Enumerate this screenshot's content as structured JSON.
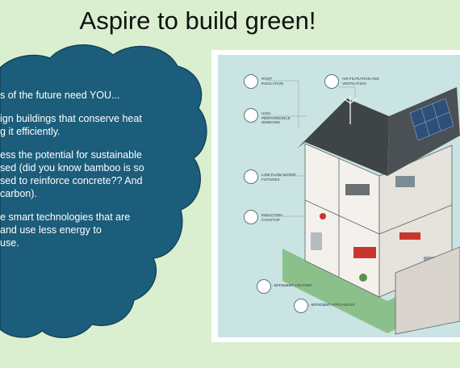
{
  "slide": {
    "title": "Aspire to build green!",
    "bullets": [
      [
        "s of the future need YOU..."
      ],
      [
        "ign buildings that conserve heat",
        "g it efficiently."
      ],
      [
        "ess the potential for sustainable",
        "sed (did you know bamboo is so",
        "sed to reinforce concrete??  And",
        "carbon)."
      ],
      [
        "e smart technologies that are",
        "and use less energy to",
        "use."
      ]
    ]
  },
  "illustration": {
    "features": [
      {
        "label": "ROOF INSULATION",
        "icon": "house-icon"
      },
      {
        "label": "AIR FILTRATION AND VENTILATION",
        "icon": "vent-icon"
      },
      {
        "label": "HIGH PERFORMANCE WINDOWS",
        "icon": "window-icon"
      },
      {
        "label": "LOW FLOW WATER FIXTURES",
        "icon": "faucet-icon"
      },
      {
        "label": "INDUCTION COOKTOP",
        "icon": "cooktop-icon"
      },
      {
        "label": "EFFICIENT LIGHTING",
        "icon": "bulb-icon"
      },
      {
        "label": "EFFICIENT APPLIANCES",
        "icon": "appliance-icon"
      }
    ],
    "colors": {
      "background": "#c9e4e2",
      "roof": "#3f4447",
      "walls": "#f4f1ec",
      "accent": "#c8372d",
      "lawn": "#8cc08a",
      "solar": "#2f4f7a"
    }
  },
  "colors": {
    "slide_background": "#d9efcf",
    "cloud": "#1b5d7a",
    "cloud_outline": "#0f3d52"
  }
}
